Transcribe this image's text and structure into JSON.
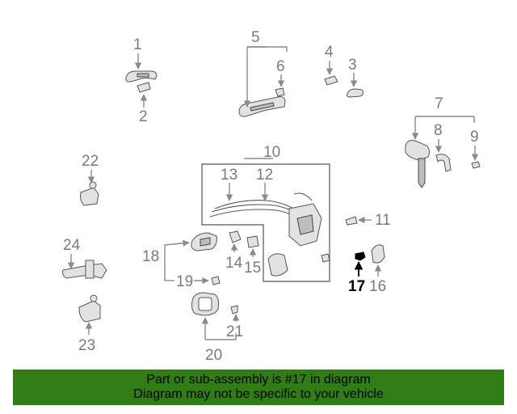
{
  "callouts": {
    "c1": "1",
    "c2": "2",
    "c3": "3",
    "c4": "4",
    "c5": "5",
    "c6": "6",
    "c7": "7",
    "c8": "8",
    "c9": "9",
    "c10": "10",
    "c11": "11",
    "c12": "12",
    "c13": "13",
    "c14": "14",
    "c15": "15",
    "c16": "16",
    "c17": "17",
    "c18": "18",
    "c19": "19",
    "c20": "20",
    "c21": "21",
    "c22": "22",
    "c23": "23",
    "c24": "24"
  },
  "highlighted_callout": "17",
  "banner": {
    "line1": "Part or sub-assembly is #17 in diagram",
    "line2": "Diagram may not be specific to your vehicle",
    "background": "#2f7d14"
  },
  "colors": {
    "callout_text": "#7a7a7a",
    "highlight_text": "#000000",
    "part_fill": "#e2e2e2"
  }
}
